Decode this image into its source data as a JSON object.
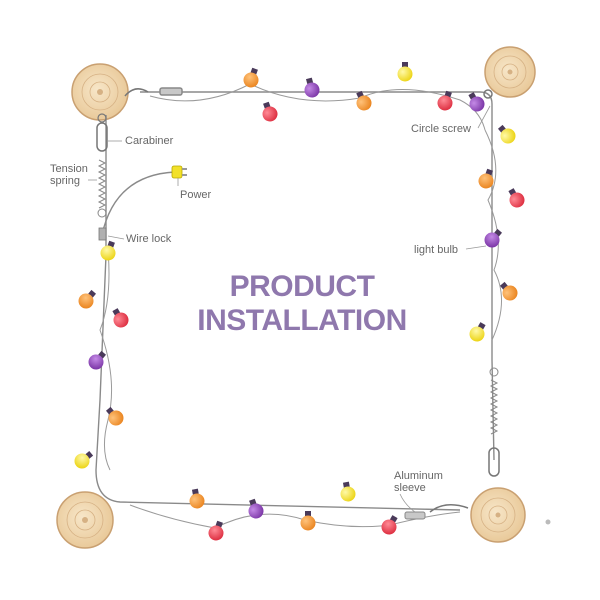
{
  "title": {
    "line1": "PRODUCT",
    "line2": "INSTALLATION"
  },
  "labels": {
    "carabiner": "Carabiner",
    "tension_spring_1": "Tension",
    "tension_spring_2": "spring",
    "power": "Power",
    "wire_lock": "Wire lock",
    "circle_screw": "Circle screw",
    "light_bulb": "light bulb",
    "aluminum_sleeve_1": "Aluminum",
    "aluminum_sleeve_2": "sleeve"
  },
  "colors": {
    "title": "#8f78ad",
    "wire": "#8a8a8a",
    "wood": "#f2d9b3",
    "wood_ring": "#c9a071",
    "label_text": "#666666",
    "bulb_yellow": "#f2e12a",
    "bulb_orange": "#f0902c",
    "bulb_red": "#e63f4f",
    "bulb_purple": "#8844b3"
  }
}
